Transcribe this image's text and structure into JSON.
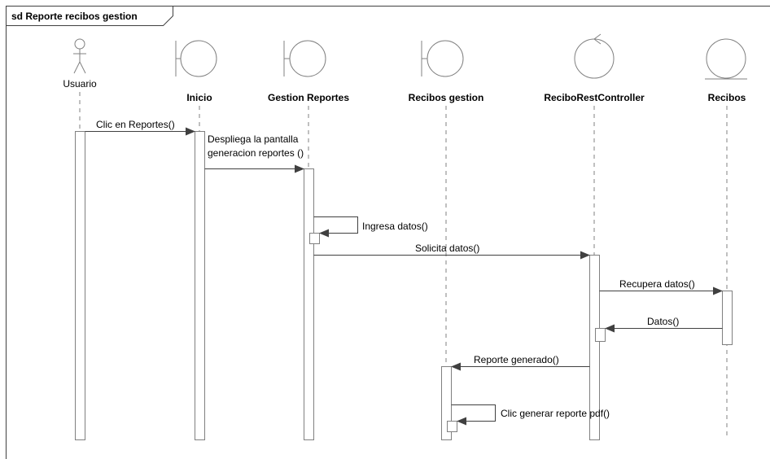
{
  "frame": {
    "title": "sd Reporte recibos gestion"
  },
  "participants": [
    {
      "id": "usuario",
      "kind": "actor",
      "label": "Usuario"
    },
    {
      "id": "inicio",
      "kind": "boundary",
      "label": "Inicio"
    },
    {
      "id": "gestion-reportes",
      "kind": "boundary",
      "label": "Gestion Reportes"
    },
    {
      "id": "recibos-gestion",
      "kind": "boundary",
      "label": "Recibos gestion"
    },
    {
      "id": "recibo-rest-controller",
      "kind": "control",
      "label": "ReciboRestController"
    },
    {
      "id": "recibos",
      "kind": "entity",
      "label": "Recibos"
    }
  ],
  "messages": [
    {
      "label": "Clic en Reportes()",
      "from": "usuario",
      "to": "inicio"
    },
    {
      "label_line1": "Despliega la pantalla",
      "label_line2": "generacion reportes ()",
      "from": "inicio",
      "to": "gestion-reportes"
    },
    {
      "label": "Ingresa datos()",
      "from": "gestion-reportes",
      "to": "gestion-reportes"
    },
    {
      "label": "Solicita datos()",
      "from": "gestion-reportes",
      "to": "recibo-rest-controller"
    },
    {
      "label": "Recupera datos()",
      "from": "recibo-rest-controller",
      "to": "recibos"
    },
    {
      "label": "Datos()",
      "from": "recibos",
      "to": "recibo-rest-controller"
    },
    {
      "label": "Reporte generado()",
      "from": "recibo-rest-controller",
      "to": "recibos-gestion"
    },
    {
      "label": "Clic generar reporte pdf()",
      "from": "recibos-gestion",
      "to": "recibos-gestion"
    }
  ]
}
